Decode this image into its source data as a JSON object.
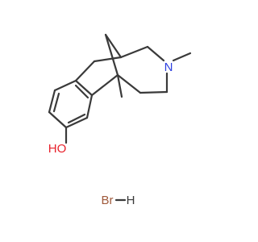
{
  "molecule": {
    "atoms": {
      "hydroxyl": "HO",
      "nitrogen": "N",
      "bromine": "Br",
      "hydrogen": "H"
    },
    "colors": {
      "bond": "#3a3a3a",
      "oxygen": "#e8212b",
      "nitrogen": "#2d3fe0",
      "bromine": "#a05a3c",
      "hydrogen": "#3a3a3a"
    }
  }
}
